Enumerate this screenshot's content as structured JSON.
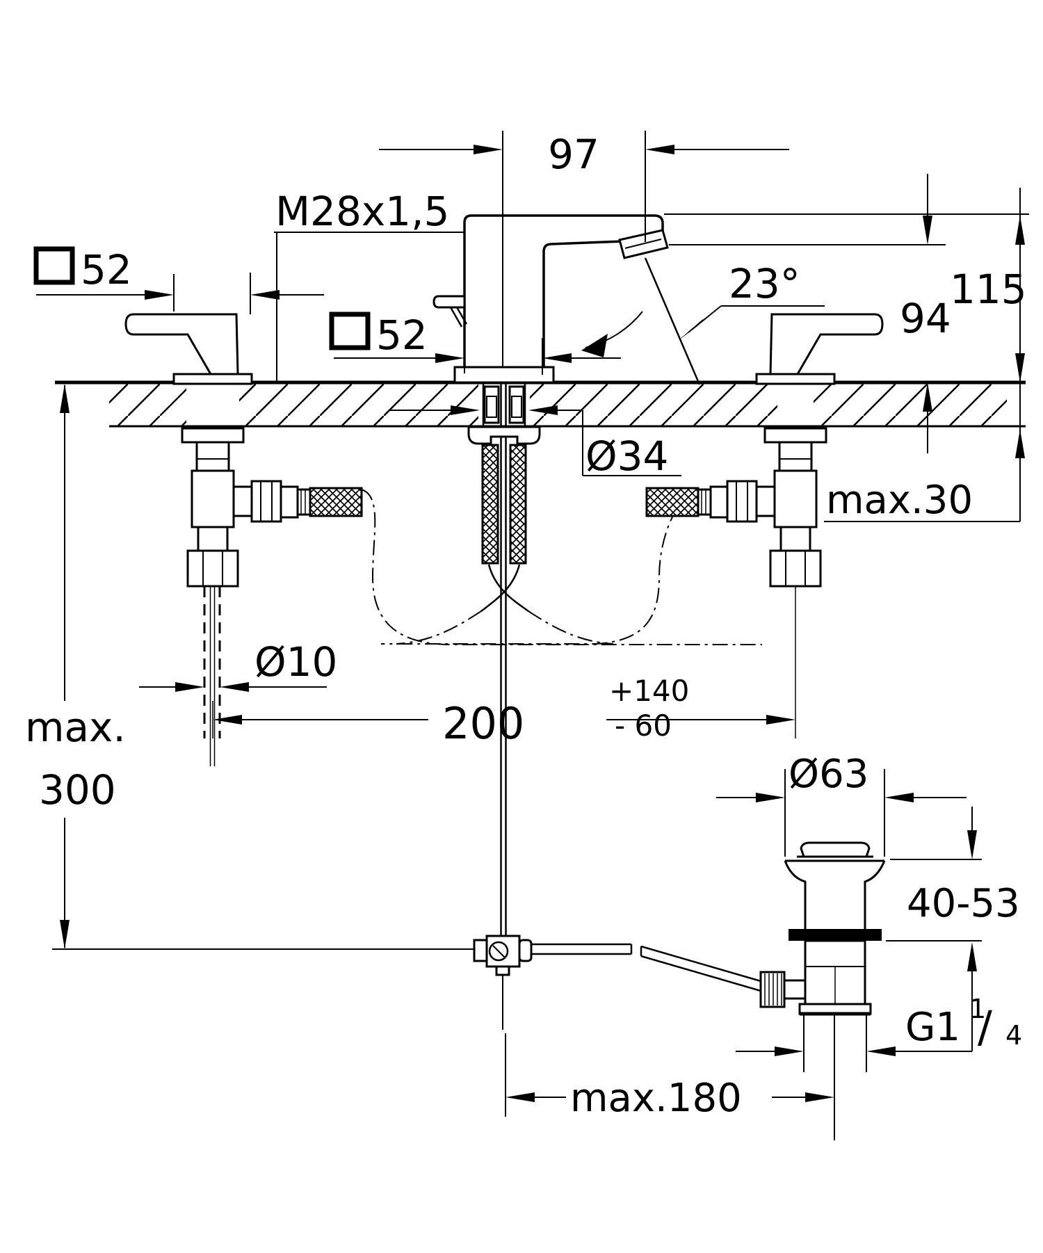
{
  "drawing": {
    "labels": {
      "spout_reach": "97",
      "thread_spec": "M28x1,5",
      "left_handle_size": "52",
      "body_size": "52",
      "spray_angle": "23°",
      "spout_height": "94",
      "overall_height": "115",
      "mounting_hole": "Ø34",
      "deck_thickness": "max.30",
      "supply_pipe": "Ø10",
      "hole_spacing": "200",
      "spacing_tol_plus": "+140",
      "spacing_tol_minus": "- 60",
      "max_depth_word": "max.",
      "max_depth_value": "300",
      "waste_flange": "Ø63",
      "waste_clamp_range": "40-53",
      "waste_thread": "G1",
      "waste_thread_sup": "1",
      "waste_thread_slash": "/",
      "waste_thread_sub": "4",
      "waste_max_offset": "max.180"
    },
    "colors": {
      "line": "#000000",
      "background": "#ffffff"
    }
  }
}
